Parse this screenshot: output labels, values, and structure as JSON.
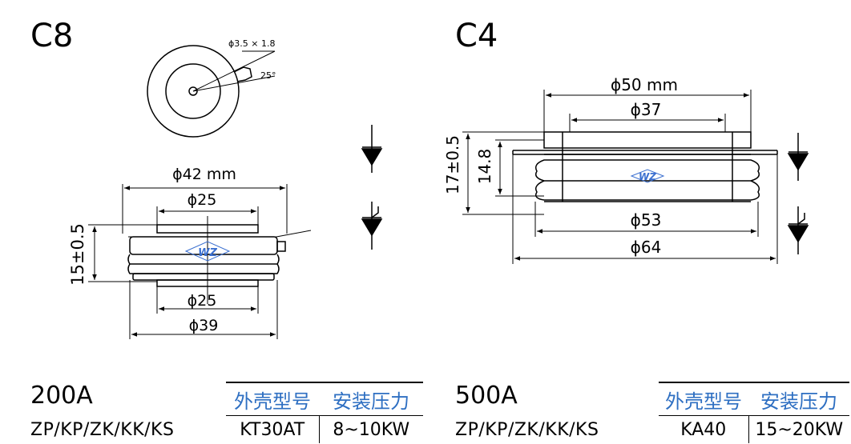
{
  "left": {
    "package": "C8",
    "top_view": {
      "hole": "ϕ3.5 × 1.8",
      "angle": "25°"
    },
    "dims": {
      "d_outer": "ϕ42 mm",
      "d_top": "ϕ25",
      "d_bottom": "ϕ25",
      "d_base": "ϕ39",
      "height": "15±0.5"
    },
    "logo": "WZ",
    "rating": "200A",
    "types": "ZP/KP/ZK/KK/KS",
    "table": {
      "col1": "外壳型号",
      "col2": "安装压力",
      "model": "KT30AT",
      "pressure": "8~10KW"
    }
  },
  "right": {
    "package": "C4",
    "dims": {
      "d_outer": "ϕ50 mm",
      "d_top": "ϕ37",
      "d_mid": "ϕ53",
      "d_flange": "ϕ64",
      "height_total": "17±0.5",
      "height_body": "14.8"
    },
    "logo": "WZ",
    "rating": "500A",
    "types": "ZP/KP/ZK/KK/KS",
    "table": {
      "col1": "外壳型号",
      "col2": "安装压力",
      "model": "KA40",
      "pressure": "15~20KW"
    }
  },
  "colors": {
    "header_text": "#2e6fc2",
    "line": "#000000",
    "logo": "#3a6fd0"
  }
}
